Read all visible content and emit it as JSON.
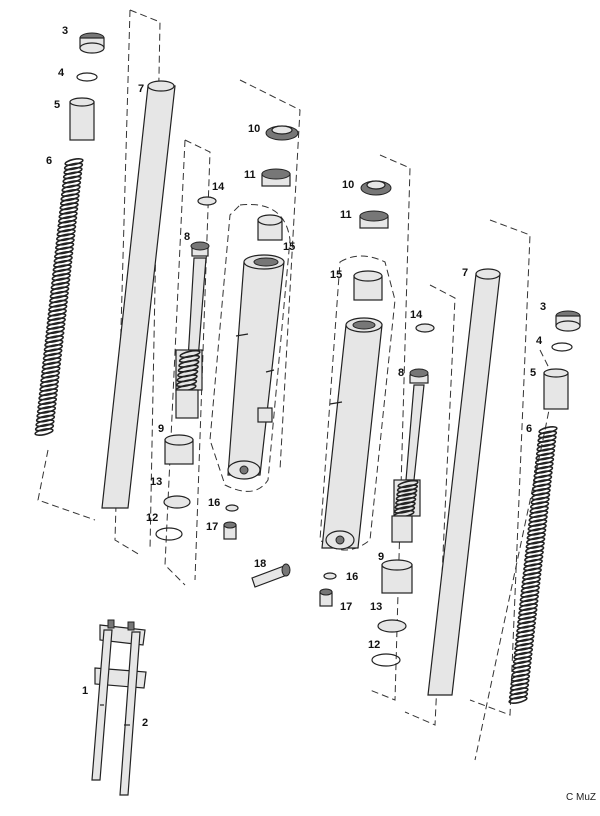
{
  "callouts": [
    "1",
    "2",
    "3",
    "4",
    "5",
    "6",
    "7",
    "8",
    "9",
    "10",
    "11",
    "12",
    "13",
    "14",
    "15",
    "16",
    "17",
    "18"
  ],
  "copyright": "C MuZ"
}
